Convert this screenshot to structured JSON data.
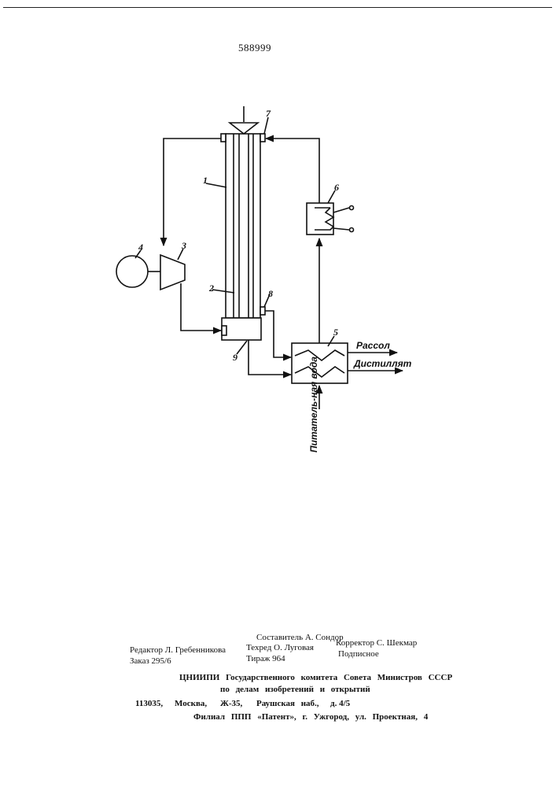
{
  "header": {
    "patent_number": "588999"
  },
  "diagram": {
    "callouts": [
      "1",
      "2",
      "3",
      "4",
      "5",
      "6",
      "7",
      "8",
      "9"
    ],
    "outputs": {
      "brine": "Рассол",
      "distillate": "Дистиллят"
    },
    "input_feed_water": "Питатель-ная вода"
  },
  "colophon": {
    "compiler": "Составитель А. Сондор",
    "editor": "Редактор Л. Гребенникова",
    "techred": "Техред О. Луговая",
    "corrector": "Корректор С. Шекмар",
    "order": "Заказ 295/6",
    "circulation": "Тираж 964",
    "subscription": "Подписное",
    "org_line1": "ЦНИИПИ Государственного комитета Совета Министров СССР",
    "org_line2": "по делам изобретений и открытий",
    "addr_index": "113035,",
    "addr_city": "Москва,",
    "addr_zone": "Ж-35,",
    "addr_street": "Раушская наб.,",
    "addr_house": "д. 4/5",
    "branch": "Филиал ППП «Патент», г. Ужгород, ул. Проектная, 4"
  }
}
